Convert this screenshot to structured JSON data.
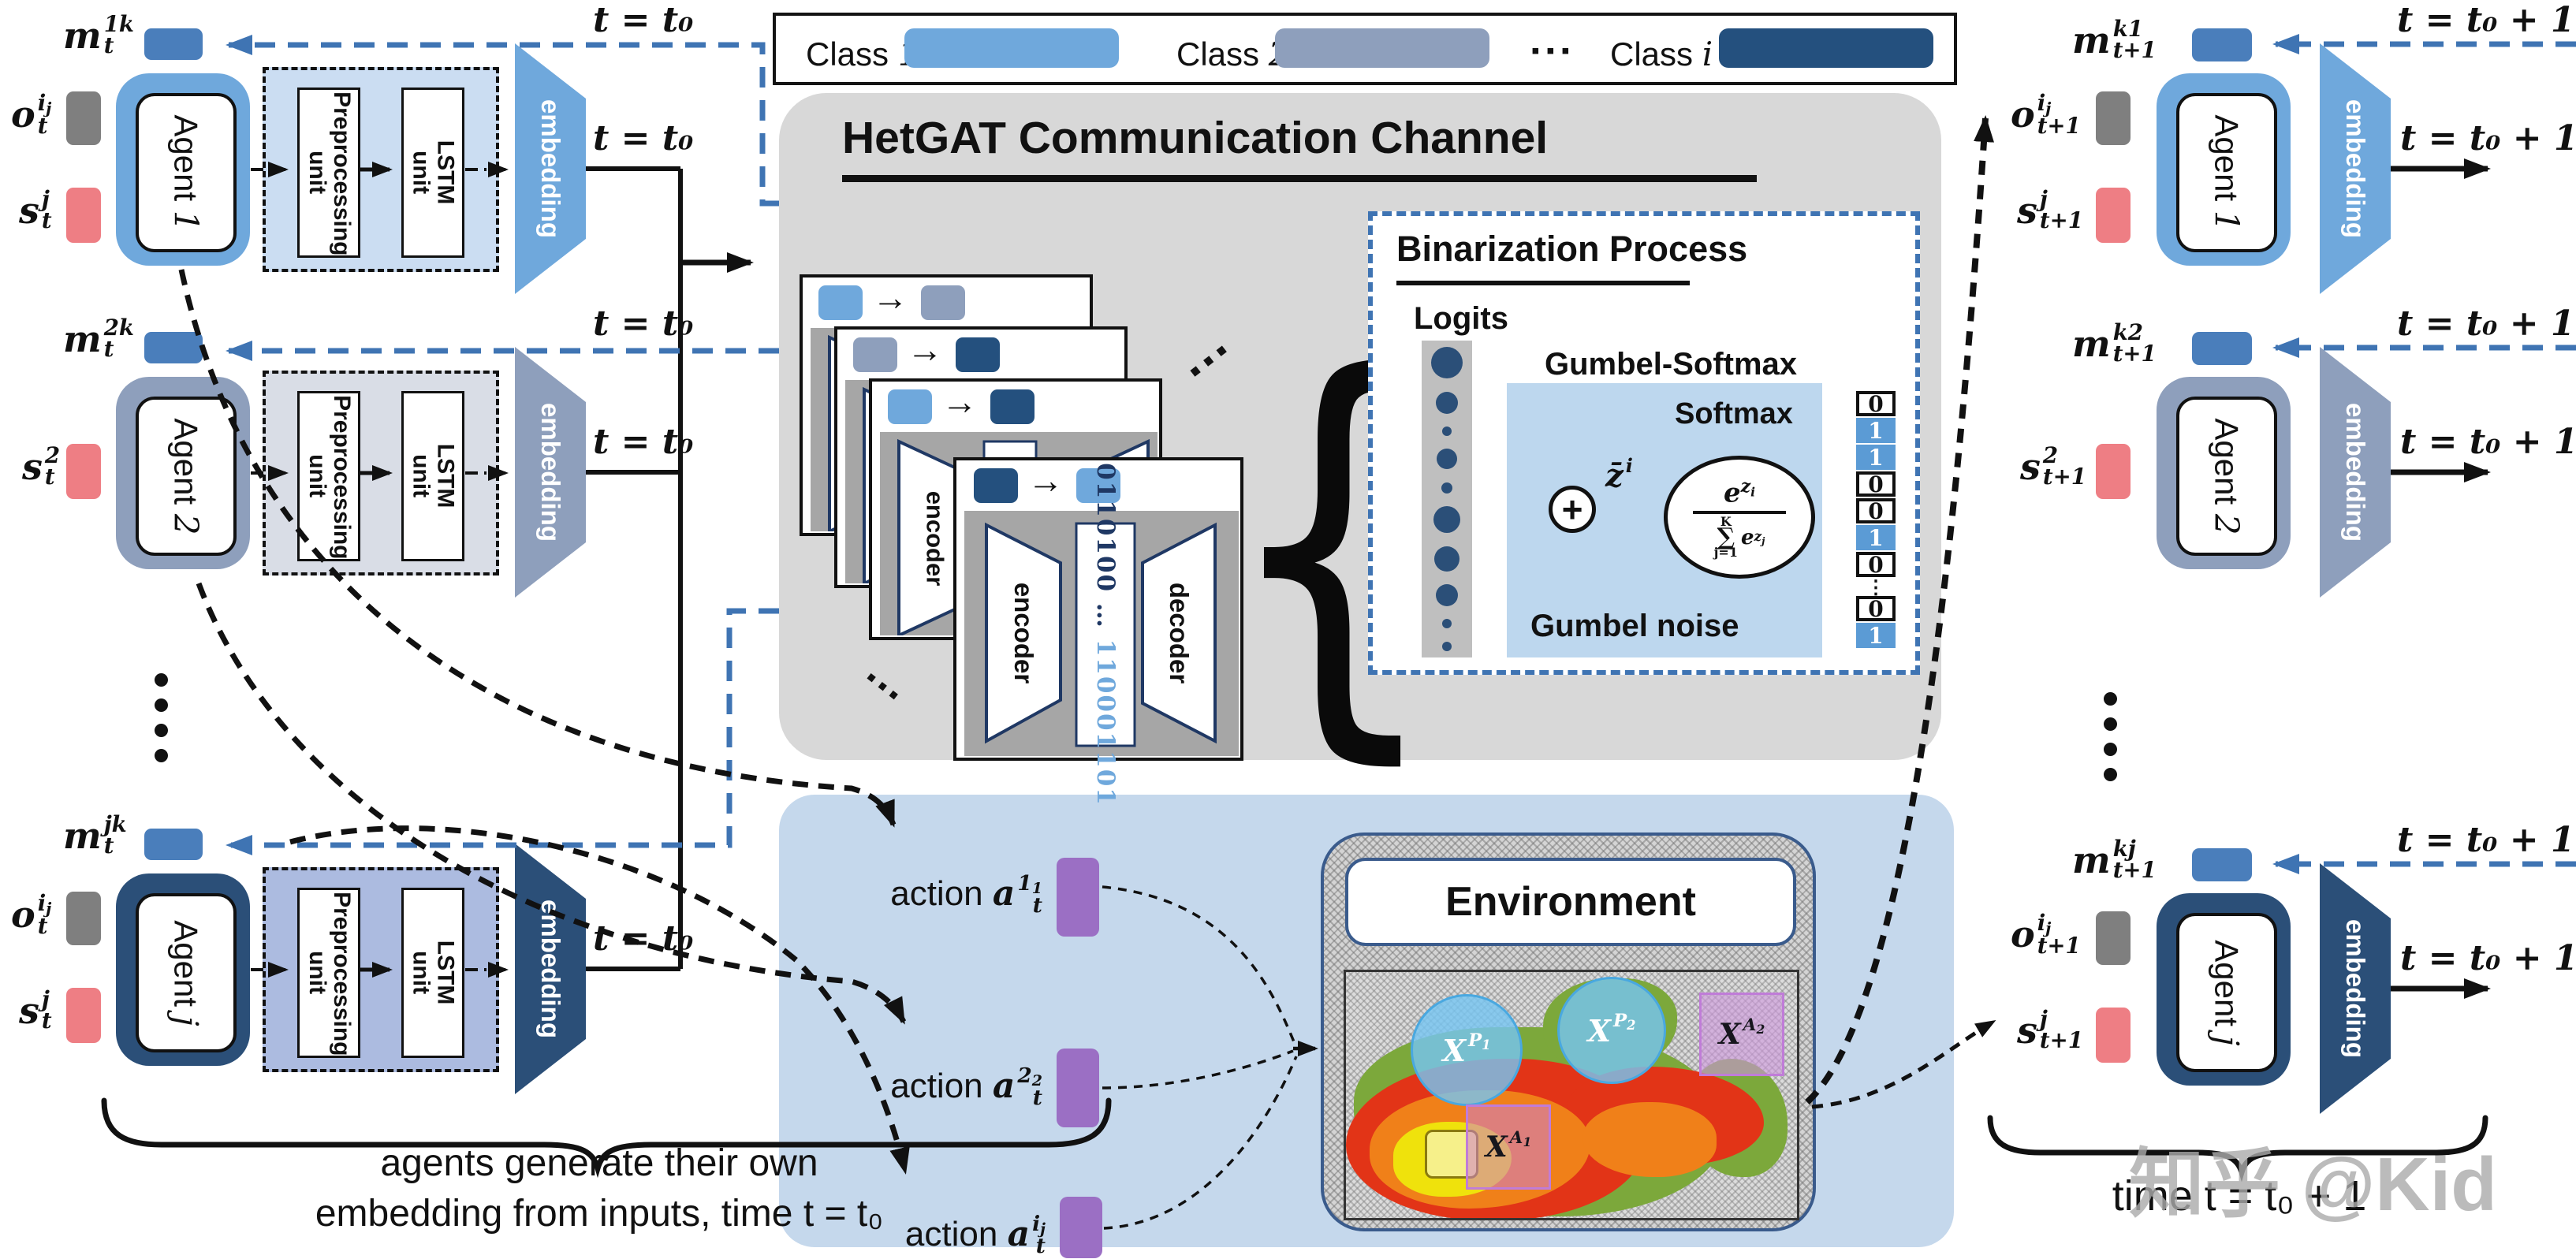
{
  "colors": {
    "light_blue": "#6FA8DC",
    "gray_blue": "#8E9FBC",
    "dark_navy": "#24507E",
    "message": "#4A7EBB",
    "observation": "#7F7F7F",
    "state": "#EE7E84",
    "action_purple": "#9B6FC4",
    "blue_dash": "#3F74B3",
    "hetgat_gray": "#D8D8D8",
    "card_gray": "#A6A6A6",
    "gs_panel": "#BDD7EE",
    "bit_highlight": "#5B9BD5",
    "bottom_panel": "#C5D8EC"
  },
  "legend": {
    "items": [
      {
        "label_base": "Class",
        "label_var": "1",
        "color": "#6FA8DC"
      },
      {
        "label_base": "Class",
        "label_var": "2",
        "color": "#8E9FBC"
      },
      {
        "label_base": "Class",
        "label_var": "i",
        "color": "#24507E"
      }
    ],
    "dots": "▪ ▪ ▪"
  },
  "hetgat": {
    "title": "HetGAT Communication Channel",
    "arrow": "→",
    "cards": [
      {
        "from": "#6FA8DC",
        "to": "#8E9FBC"
      },
      {
        "from": "#8E9FBC",
        "to": "#24507E"
      },
      {
        "from": "#6FA8DC",
        "to": "#24507E"
      },
      {
        "from": "#24507E",
        "to": "#6FA8DC"
      }
    ],
    "encoder_label": "encoder",
    "decoder_label": "decoder",
    "binary_dark": "0110100 …",
    "binary_light": "110001101",
    "binary_sliver": "0110…",
    "dots": "…",
    "brace": "{"
  },
  "binarization": {
    "title": "Binarization Process",
    "logits": "Logits",
    "gumbel": "Gumbel-Softmax",
    "softmax": "Softmax",
    "noise": "Gumbel noise",
    "plus": "+",
    "zbar": {
      "b": "z̄",
      "sub": "i"
    },
    "formula": {
      "e1": "e",
      "z1": "z",
      "i1": "i",
      "sigma": "∑",
      "K": "K",
      "jeq": "j=1",
      "e2": "e",
      "z2": "z",
      "j2": "j"
    },
    "bits": [
      {
        "v": "0",
        "t": "box"
      },
      {
        "v": "1",
        "t": "hl"
      },
      {
        "v": "1",
        "t": "hl"
      },
      {
        "v": "0",
        "t": "box"
      },
      {
        "v": "0",
        "t": "box"
      },
      {
        "v": "1",
        "t": "hl"
      },
      {
        "v": "0",
        "t": "box"
      },
      {
        "v": "⋮",
        "t": "dots"
      },
      {
        "v": "0",
        "t": "box"
      },
      {
        "v": "1",
        "t": "hl"
      }
    ]
  },
  "environment": {
    "title": "Environment",
    "regions": [
      {
        "b": "X",
        "sup": "P",
        "sup2": "1"
      },
      {
        "b": "X",
        "sup": "P",
        "sup2": "2"
      },
      {
        "b": "X",
        "sup": "A",
        "sup2": "1"
      },
      {
        "b": "X",
        "sup": "A",
        "sup2": "2"
      }
    ]
  },
  "actions": {
    "word": "action",
    "items": [
      {
        "b": "a",
        "sub": "t",
        "sup": "1",
        "sup2": "1"
      },
      {
        "b": "a",
        "sub": "t",
        "sup": "2",
        "sup2": "2"
      },
      {
        "b": "a",
        "sub": "t",
        "sup": "i",
        "sup2": "j"
      }
    ]
  },
  "units": {
    "preprocessing": "Preprocessing unit",
    "lstm": "LSTM unit",
    "embedding": "embedding"
  },
  "labels": {
    "t0": "t = t₀",
    "t0p1": "t = t₀ + 1"
  },
  "agents_left": [
    {
      "name_b": "Agent",
      "name_v": "1",
      "color": "#6FA8DC",
      "proc": "#CBDDF2",
      "m": {
        "b": "m",
        "sup": "1k",
        "sub": "t"
      },
      "o": {
        "b": "o",
        "sup": "i",
        "sup2": "j",
        "sub": "t"
      },
      "s": {
        "b": "s",
        "sup": "j",
        "sub": "t"
      }
    },
    {
      "name_b": "Agent",
      "name_v": "2",
      "color": "#8E9FBC",
      "proc": "#D9DDE6",
      "m": {
        "b": "m",
        "sup": "2k",
        "sub": "t"
      },
      "s": {
        "b": "s",
        "sup": "2",
        "sub": "t"
      }
    },
    {
      "name_b": "Agent",
      "name_v": "j",
      "color": "#2B4F78",
      "proc": "#ACBBE0",
      "m": {
        "b": "m",
        "sup": "jk",
        "sub": "t"
      },
      "o": {
        "b": "o",
        "sup": "i",
        "sup2": "j",
        "sub": "t"
      },
      "s": {
        "b": "s",
        "sup": "j",
        "sub": "t"
      }
    }
  ],
  "agents_right": [
    {
      "name_b": "Agent",
      "name_v": "1",
      "color": "#6FA8DC",
      "m": {
        "b": "m",
        "sup": "k1",
        "sub": "t+1"
      },
      "o": {
        "b": "o",
        "sup": "i",
        "sup2": "j",
        "sub": "t+1"
      },
      "s": {
        "b": "s",
        "sup": "j",
        "sub": "t+1"
      }
    },
    {
      "name_b": "Agent",
      "name_v": "2",
      "color": "#8E9FBC",
      "m": {
        "b": "m",
        "sup": "k2",
        "sub": "t+1"
      },
      "s": {
        "b": "s",
        "sup": "2",
        "sub": "t+1"
      }
    },
    {
      "name_b": "Agent",
      "name_v": "j",
      "color": "#2B4F78",
      "m": {
        "b": "m",
        "sup": "kj",
        "sub": "t+1"
      },
      "o": {
        "b": "o",
        "sup": "i",
        "sup2": "j",
        "sub": "t+1"
      },
      "s": {
        "b": "s",
        "sup": "j",
        "sub": "t+1"
      }
    }
  ],
  "captions": {
    "left1": "agents generate their own",
    "left2": "embedding from inputs, time t = t₀",
    "right": "time t = t₀ + 1"
  },
  "watermark": "知乎 @Kid"
}
